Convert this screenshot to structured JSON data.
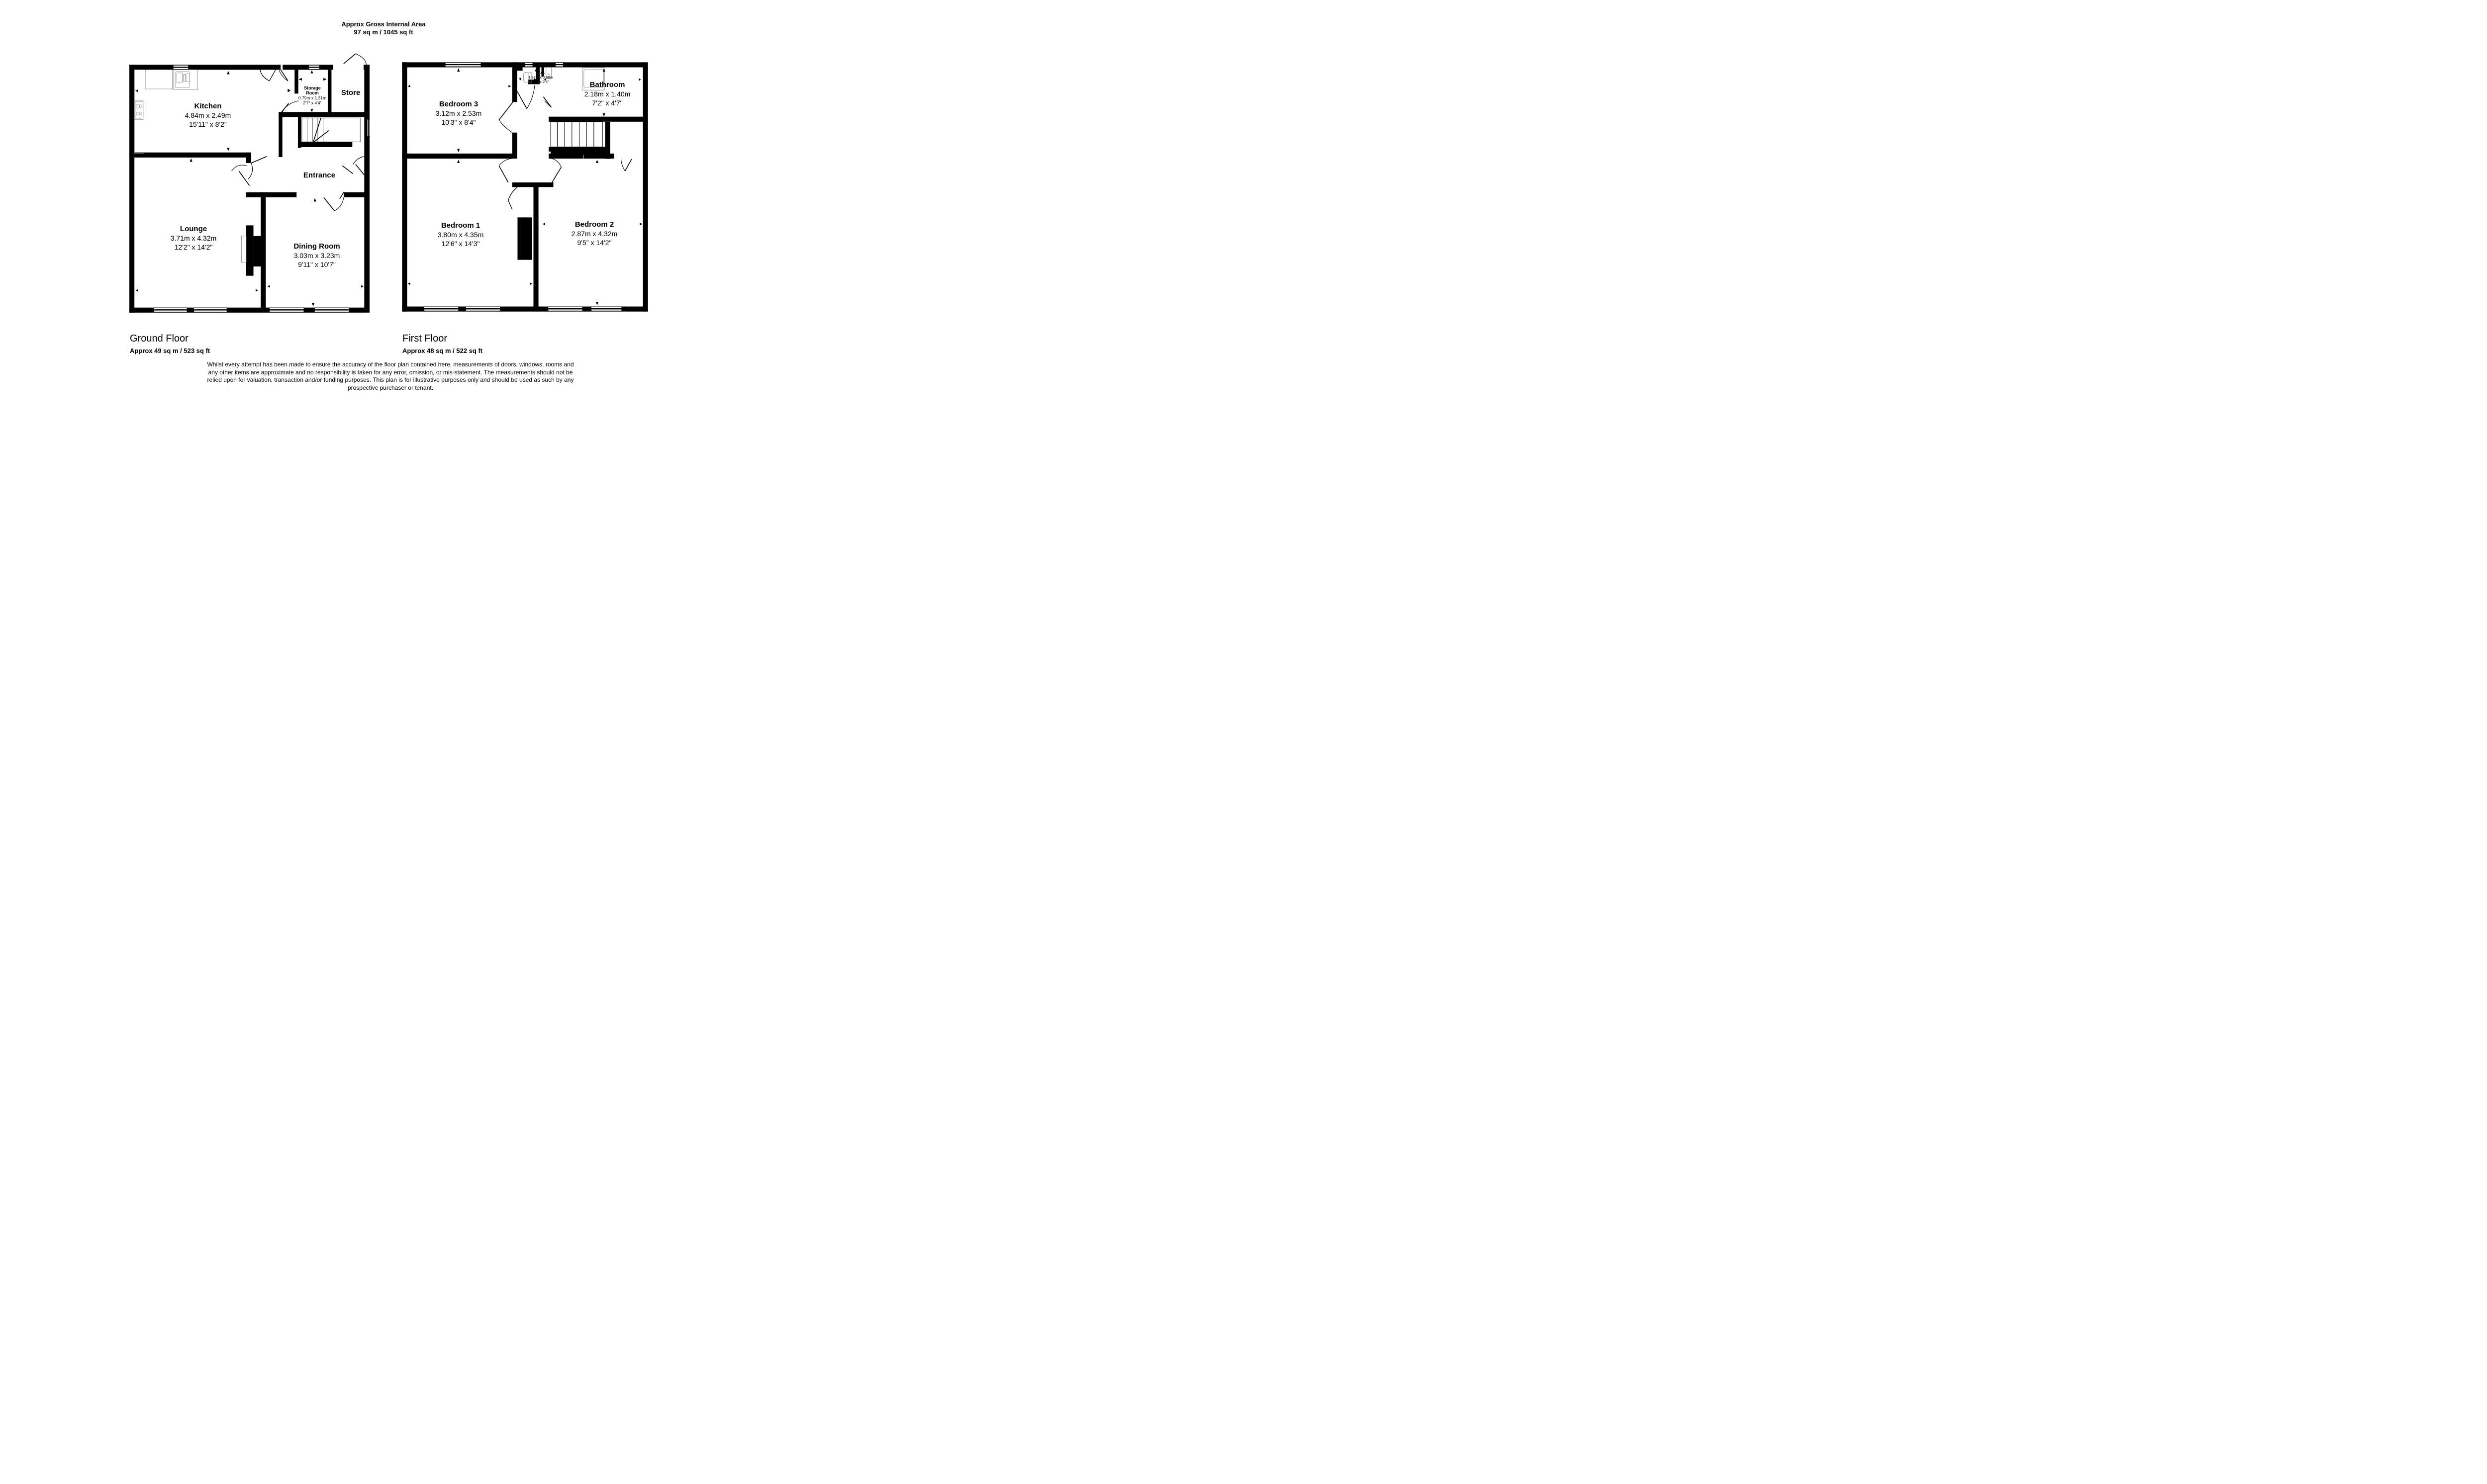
{
  "header": {
    "title": "Approx Gross Internal Area",
    "total_area": "97 sq m / 1045 sq ft"
  },
  "floors": [
    {
      "id": "ground",
      "title": "Ground Floor",
      "area": "Approx 49 sq m / 523 sq ft",
      "rooms": [
        {
          "name": "Kitchen",
          "metric": "4.84m x 2.49m",
          "imperial": "15'11\" x 8'2\""
        },
        {
          "name": "Storage Room",
          "name_line1": "Storage",
          "name_line2": "Room",
          "metric": "0.79m x 1.31m",
          "imperial": "2'7\" x 4'4\""
        },
        {
          "name": "Store"
        },
        {
          "name": "Entrance"
        },
        {
          "name": "Lounge",
          "metric": "3.71m x 4.32m",
          "imperial": "12'2\" x 14'2\""
        },
        {
          "name": "Dining Room",
          "metric": "3.03m x 3.23m",
          "imperial": "9'11\" x 10'7\""
        }
      ],
      "fixtures": [
        "sink-unit",
        "hob",
        "fireplace",
        "staircase"
      ]
    },
    {
      "id": "first",
      "title": "First Floor",
      "area": "Approx 48 sq m / 522 sq ft",
      "rooms": [
        {
          "name": "Bedroom 3",
          "metric": "3.12m x 2.53m",
          "imperial": "10'3\" x 8'4\""
        },
        {
          "name": "W.C.",
          "metric": "1.32m x 0.68m",
          "imperial": "4'4\" x 2'3\""
        },
        {
          "name": "Bathroom",
          "metric": "2.18m x 1.40m",
          "imperial": "7'2\" x 4'7\""
        },
        {
          "name": "Bedroom 1",
          "metric": "3.80m x 4.35m",
          "imperial": "12'6\" x 14'3\""
        },
        {
          "name": "Bedroom 2",
          "metric": "2.87m x 4.32m",
          "imperial": "9'5\" x 14'2\""
        }
      ],
      "fixtures": [
        "toilet",
        "washbasin",
        "bath",
        "staircase",
        "chimney-breast"
      ]
    }
  ],
  "disclaimer": {
    "line1": "Whilst every attempt has been made to ensure the accuracy of the floor plan contained here, measurements of doors, windows, rooms and",
    "line2": "any other items are approximate and no responsibility is taken for any error, omission, or mis-statement. The measurements should not be",
    "line3": "relied upon for valuation, transaction and/or funding purposes. This plan is for illustrative purposes only and should be used as such by any",
    "line4": "prospective purchaser or tenant."
  },
  "colors": {
    "wall": "#000000",
    "fixture": "#808080",
    "background": "#ffffff"
  }
}
